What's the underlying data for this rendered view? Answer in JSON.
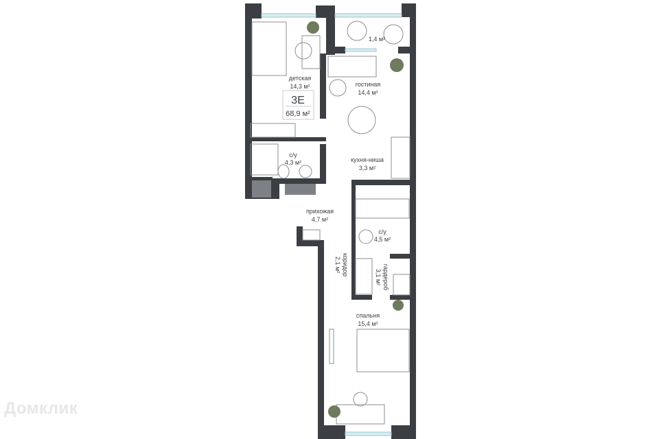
{
  "apartment": {
    "code": "3Е",
    "total_area": "68,9 м²"
  },
  "rooms": [
    {
      "name": "детская",
      "area": "14,3 м²"
    },
    {
      "name": "",
      "area": "1,4 м²"
    },
    {
      "name": "гостиная",
      "area": "14,4 м²"
    },
    {
      "name": "кухня-ниша",
      "area": "3,3 м²"
    },
    {
      "name": "с/у",
      "area": "4,3 м²"
    },
    {
      "name": "прихожая",
      "area": "4,7 м²"
    },
    {
      "name": "с/у",
      "area": "4,5 м²"
    },
    {
      "name": "коридор",
      "area": "2,1 м²"
    },
    {
      "name": "гардероб",
      "area": "3,1 м²"
    },
    {
      "name": "спальня",
      "area": "15,4 м²"
    }
  ],
  "watermark": "Домклик",
  "colors": {
    "wall": "#3b3e42",
    "window": "#d8eef2"
  }
}
